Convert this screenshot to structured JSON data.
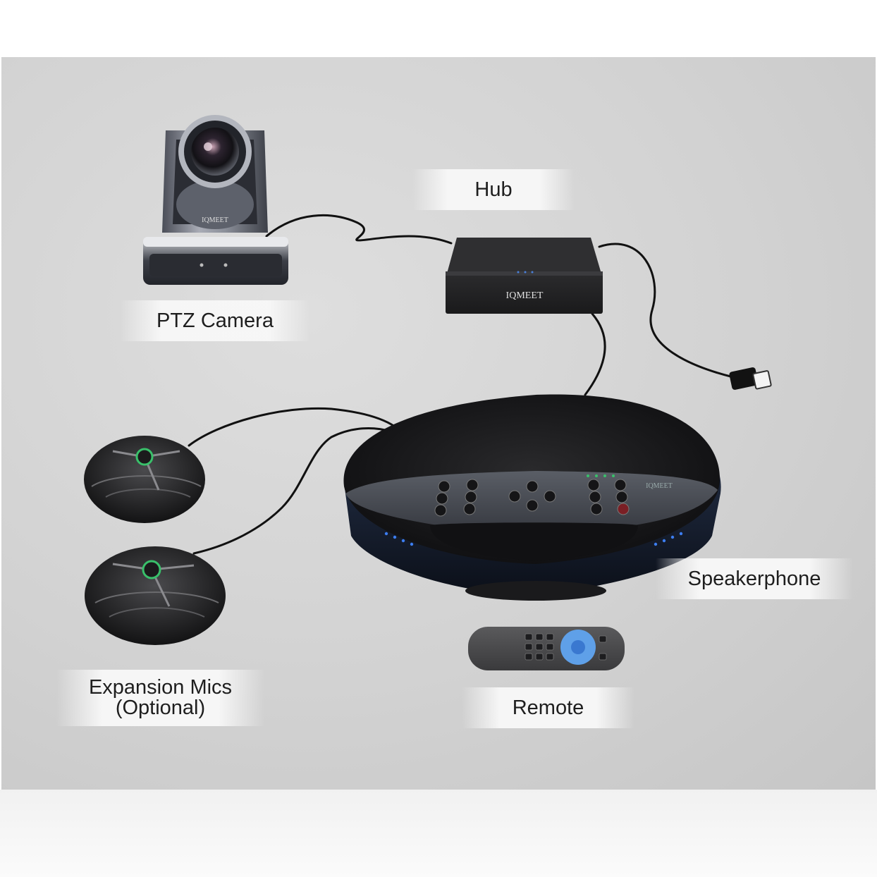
{
  "labels": {
    "hub": "Hub",
    "camera": "PTZ Camera",
    "speakerphone": "Speakerphone",
    "mics_line1": "Expansion Mics",
    "mics_line2": "(Optional)",
    "remote": "Remote"
  },
  "brand": {
    "camera_logo": "IQMEET",
    "hub_logo": "IQMEET",
    "speaker_logo": "IQMEET"
  },
  "colors": {
    "panel": "#d4d4d4",
    "device_body": "#1c1c1e",
    "accent_led": "#3c7df0",
    "mic_ring": "#39c06a"
  }
}
